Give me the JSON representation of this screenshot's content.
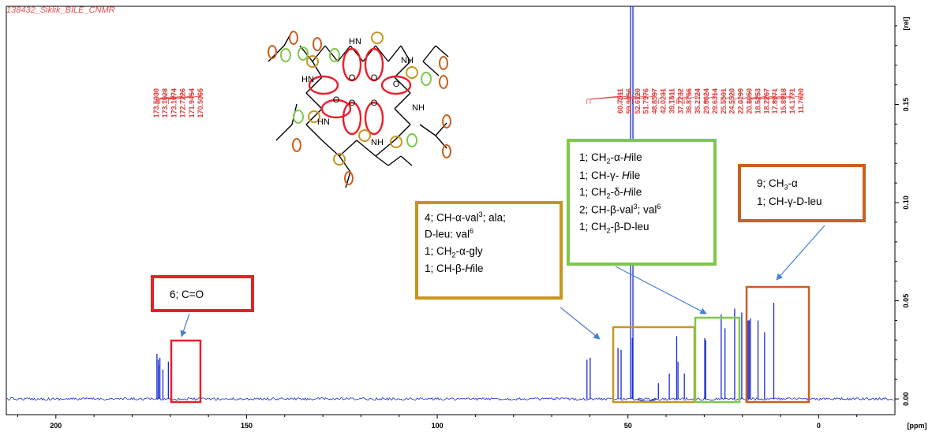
{
  "window_title": "138432_Siklik_BILE_CNMR",
  "chart_data": {
    "type": "line",
    "x_unit_label": "[ppm]",
    "y_unit_label": "[rel]",
    "xlim": [
      213,
      -20
    ],
    "ylim": [
      -0.008,
      0.2
    ],
    "x_ticks": [
      200,
      150,
      100,
      50,
      0
    ],
    "y_ticks": [
      0.0,
      0.05,
      0.1,
      0.15
    ],
    "y_tick_labels": [
      "0.00",
      "0.05",
      "0.10",
      "0.15"
    ],
    "peaks": [
      {
        "ppm": 173.503,
        "h": 0.023
      },
      {
        "ppm": 173.1628,
        "h": 0.02
      },
      {
        "ppm": 173.1074,
        "h": 0.017
      },
      {
        "ppm": 172.7226,
        "h": 0.021
      },
      {
        "ppm": 171.9454,
        "h": 0.015
      },
      {
        "ppm": 170.5065,
        "h": 0.019
      },
      {
        "ppm": 60.7511,
        "h": 0.02
      },
      {
        "ppm": 59.9056,
        "h": 0.021
      },
      {
        "ppm": 52.612,
        "h": 0.026
      },
      {
        "ppm": 51.7976,
        "h": 0.025
      },
      {
        "ppm": 48.8597,
        "h": 0.031
      },
      {
        "ppm": 42.0231,
        "h": 0.008
      },
      {
        "ppm": 39.1611,
        "h": 0.013
      },
      {
        "ppm": 37.2232,
        "h": 0.032
      },
      {
        "ppm": 36.8756,
        "h": 0.019
      },
      {
        "ppm": 35.2124,
        "h": 0.013
      },
      {
        "ppm": 29.8624,
        "h": 0.031
      },
      {
        "ppm": 29.6314,
        "h": 0.03
      },
      {
        "ppm": 25.5501,
        "h": 0.043
      },
      {
        "ppm": 24.552,
        "h": 0.036
      },
      {
        "ppm": 22.0199,
        "h": 0.046
      },
      {
        "ppm": 20.165,
        "h": 0.044
      },
      {
        "ppm": 18.5253,
        "h": 0.04
      },
      {
        "ppm": 18.2267,
        "h": 0.04
      },
      {
        "ppm": 17.8971,
        "h": 0.041
      },
      {
        "ppm": 15.8918,
        "h": 0.04
      },
      {
        "ppm": 14.1771,
        "h": 0.034
      },
      {
        "ppm": 11.762,
        "h": 0.049
      }
    ],
    "solvent_peak": {
      "ppm": 49.0,
      "h": 0.2
    },
    "peak_labels_left": [
      "173.5030",
      "173.1628",
      "173.1074",
      "172.7226",
      "171.9454",
      "170.5065"
    ],
    "peak_labels_right": [
      "60.7511",
      "59.9056",
      "52.6120",
      "51.7976",
      "48.8597",
      "42.0231",
      "39.1611",
      "37.2232",
      "36.8756",
      "35.2124",
      "29.8624",
      "29.6314",
      "25.5501",
      "24.5520",
      "22.0199",
      "20.1650",
      "18.5253",
      "18.2267",
      "17.8971",
      "15.8918",
      "14.1771",
      "11.7620"
    ]
  },
  "annotations": {
    "carbonyl": {
      "line1": "6; C=O",
      "color": "#e8202a"
    },
    "alpha": {
      "color": "#c8961e",
      "l1": "4; CH-",
      "l1_greek": "α",
      "l1_rest": "-val",
      "l1_sup": "3",
      "l1_end": "; ala;",
      "l2": "D-leu: val",
      "l2_sup": "6",
      "l3_a": "1; CH",
      "l3_sub": "2",
      "l3_b": "-",
      "l3_greek": "α",
      "l3_c": "-gly",
      "l4_a": "1; CH-",
      "l4_greek": "β",
      "l4_b": "-",
      "l4_ital": "H",
      "l4_c": "ile"
    },
    "beta": {
      "color": "#7ec94a",
      "r1_a": "1; CH",
      "r1_sub": "2",
      "r1_b": "-",
      "r1_g": "α",
      "r1_c": "-",
      "r1_i": "H",
      "r1_d": "ile",
      "r2_a": "1; CH-",
      "r2_g": "γ",
      "r2_b": "- ",
      "r2_i": "H",
      "r2_c": "ile",
      "r3_a": "1; CH",
      "r3_sub": "2",
      "r3_b": "-",
      "r3_g": "δ",
      "r3_c": "-",
      "r3_i": "H",
      "r3_d": "ile",
      "r4_a": "2; CH-",
      "r4_g": "β",
      "r4_b": "-val",
      "r4_sup": "3",
      "r4_c": "; val",
      "r4_sup2": "6",
      "r5_a": "1; CH",
      "r5_sub": "2",
      "r5_b": "-",
      "r5_g": "β",
      "r5_c": "-D-leu"
    },
    "methyl": {
      "color": "#c9601e",
      "r1_a": "9; CH",
      "r1_sub": "3",
      "r1_b": "-",
      "r1_g": "α",
      "r2_a": "1; CH-",
      "r2_g": "γ",
      "r2_b": "-D-leu"
    }
  },
  "structure_labels": [
    "HN",
    "NH",
    "HN",
    "NH",
    "HN",
    "NH",
    "O",
    "O",
    "O",
    "O",
    "O",
    "O"
  ],
  "colors": {
    "spectrum": "#1a2bd6",
    "peak_label": "#e23b3b",
    "arrow": "#4a7fd1"
  }
}
